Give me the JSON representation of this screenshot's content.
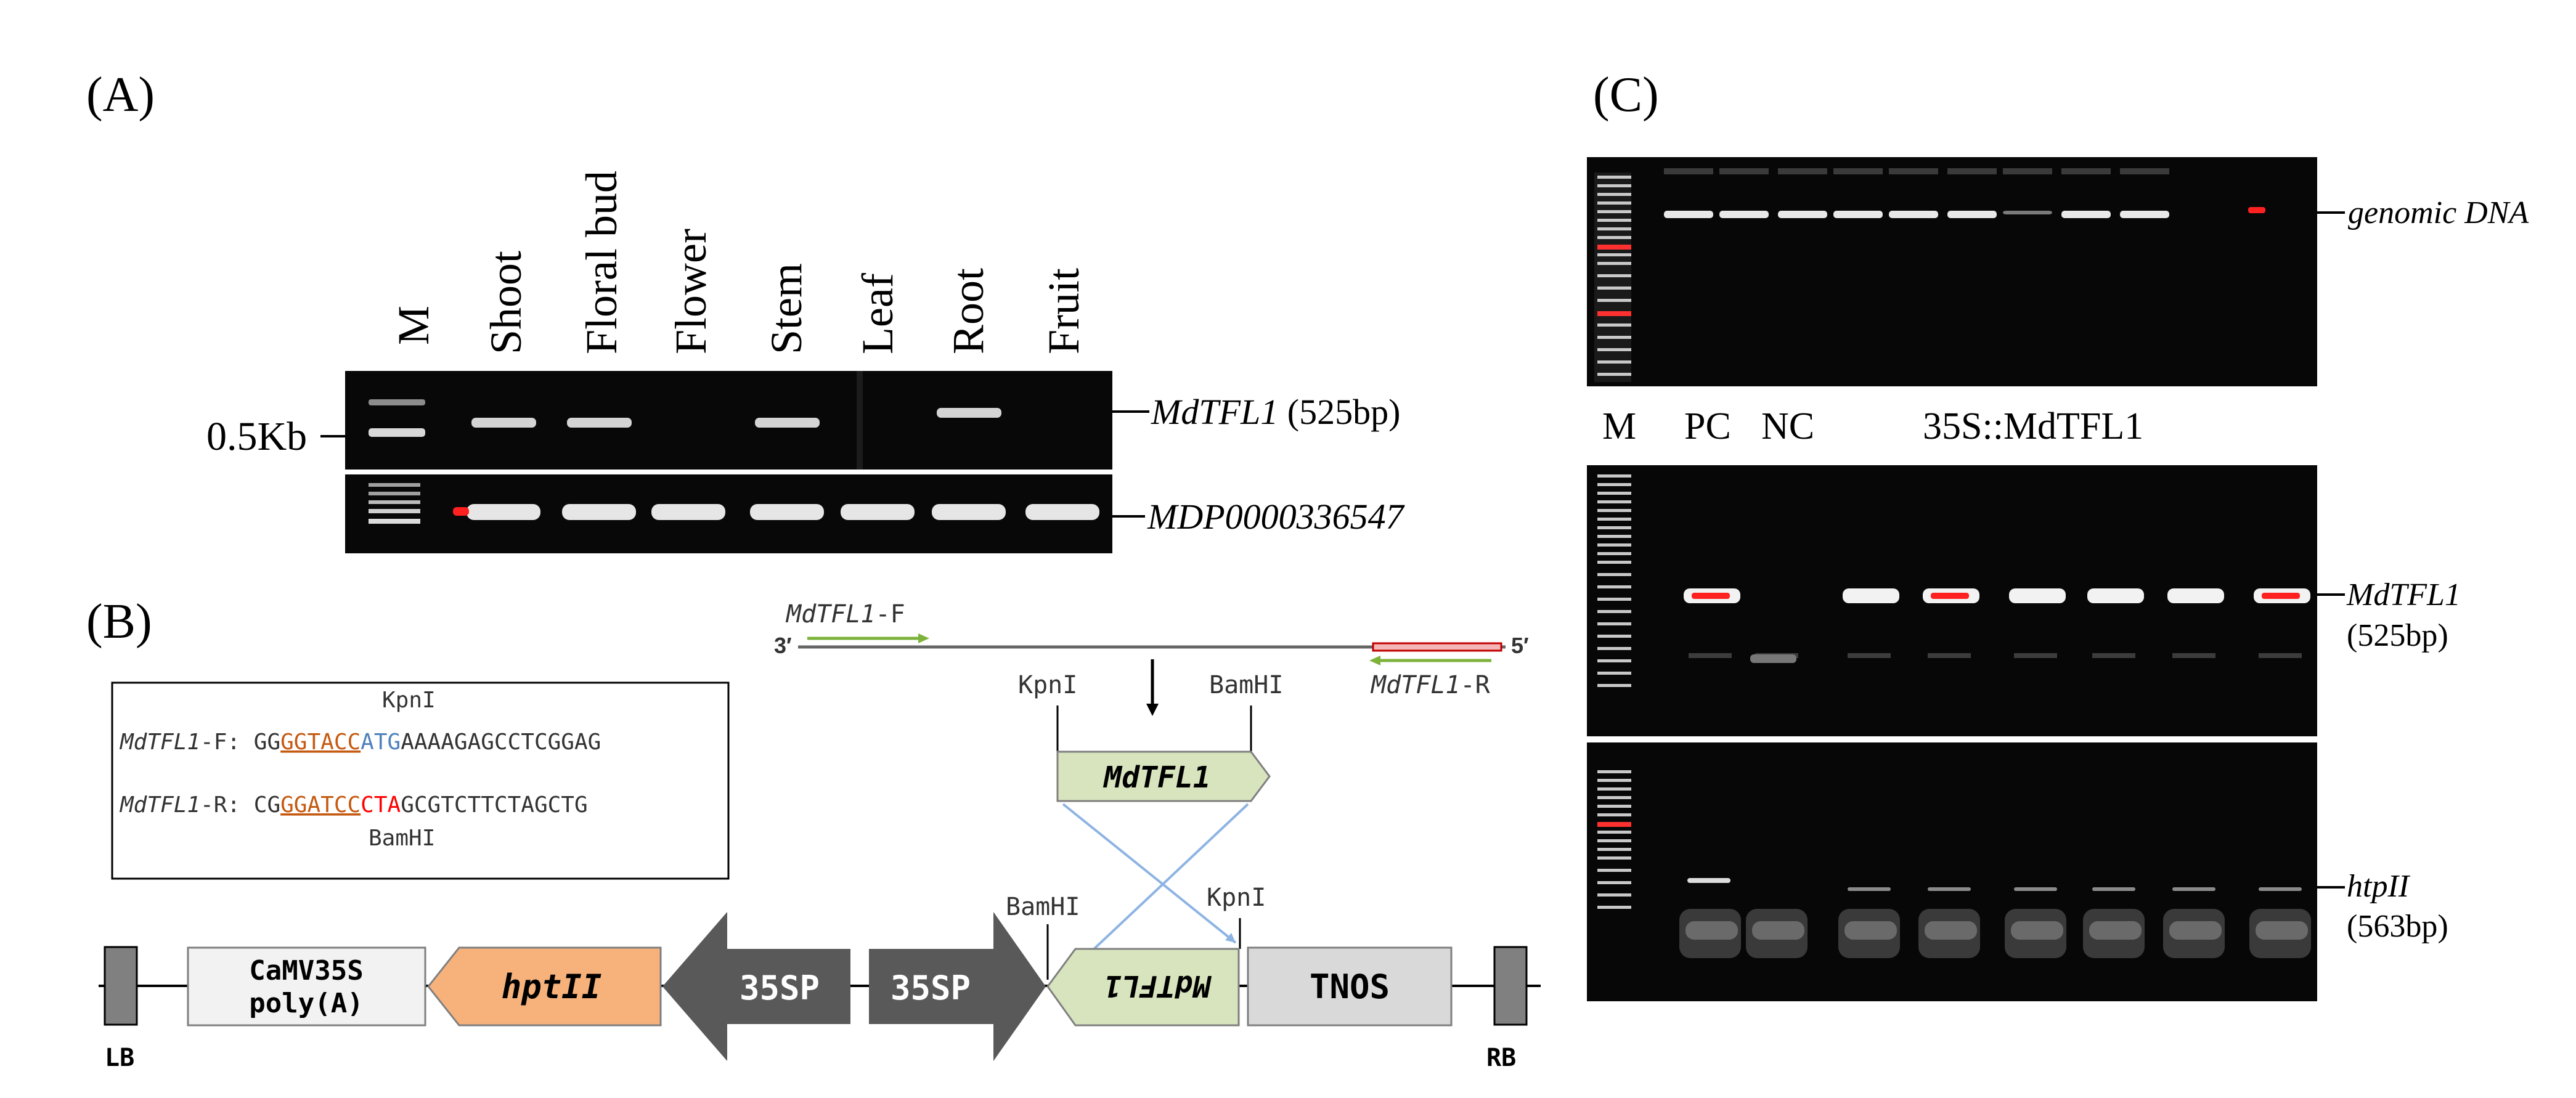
{
  "panels": {
    "a": "(A)",
    "b": "(B)",
    "c": "(C)"
  },
  "panel_a": {
    "lanes": [
      "M",
      "Shoot",
      "Floral bud",
      "Flower",
      "Stem",
      "Leaf",
      "Root",
      "Fruit"
    ],
    "size_marker": "0.5Kb",
    "gene_label": "MdTFL1",
    "gene_size": "(525bp)",
    "ref_label": "MDP0000336547",
    "gel1_bands": [
      1,
      1,
      0,
      1,
      0,
      1,
      0
    ],
    "gel2_bands": [
      1,
      1,
      1,
      1,
      1,
      1,
      1
    ]
  },
  "panel_b": {
    "kpni_top": "KpnI",
    "primer_f_name": "MdTFL1",
    "primer_f_suffix": "-F:",
    "primer_f_prefix": "GG",
    "primer_f_site": "GGTACC",
    "primer_f_codon": "ATG",
    "primer_f_rest": "AAAAGAGCCTCGGAG",
    "primer_r_name": "MdTFL1",
    "primer_r_suffix": "-R:",
    "primer_r_prefix": "CG",
    "primer_r_site": "GGATCC",
    "primer_r_codon": "CTA",
    "primer_r_rest": "GCGTCTTCTAGCTG",
    "bamhi_bottom": "BamHI",
    "fwd_primer_label": "MdTFL1",
    "fwd_primer_suffix": "-F",
    "rev_primer_label": "MdTFL1",
    "rev_primer_suffix": "-R",
    "end_3": "3′",
    "end_5": "5′",
    "kpni_insert": "KpnI",
    "bamhi_insert": "BamHI",
    "insert_label": "MdTFL1",
    "bamhi_vector": "BamHI",
    "kpni_vector": "KpnI",
    "lb": "LB",
    "rb": "RB",
    "polya_line1": "CaMV35S",
    "polya_line2": "poly(A)",
    "hpt": "hptII",
    "p35sp_left": "35SP",
    "p35sp_right": "35SP",
    "vector_insert": "MdTFL1",
    "tnos": "TNOS",
    "colors": {
      "orange": "#f7b27c",
      "green": "#d7e4bd",
      "site": "#c55a11",
      "start": "#4f81bd",
      "stop": "#ff0000",
      "promoter": "#595959"
    }
  },
  "panel_c": {
    "genomic_label": "genomic DNA",
    "lane_m": "M",
    "lane_pc": "PC",
    "lane_nc": "NC",
    "lane_group": "35S::MdTFL1",
    "mdtfl1_label": "MdTFL1",
    "mdtfl1_size": "(525bp)",
    "htp_label": "htpII",
    "htp_size": "(563bp)"
  }
}
